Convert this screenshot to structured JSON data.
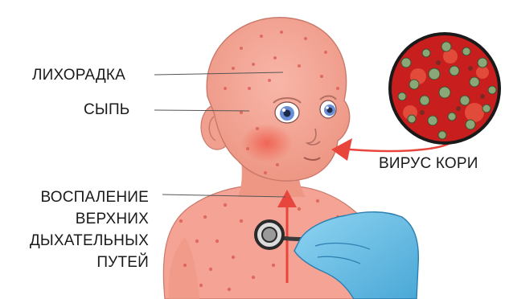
{
  "labels": {
    "fever": "ЛИХОРАДКА",
    "rash": "СЫПЬ",
    "upper_respiratory": [
      "ВОСПАЛЕНИЕ",
      "ВЕРХНИХ",
      "ДЫХАТЕЛЬНЫХ",
      "ПУТЕЙ"
    ],
    "measles_virus": "ВИРУС КОРИ"
  },
  "colors": {
    "skin": "#f4a394",
    "skin_dark": "#e98a7a",
    "rash_spot": "#d9584f",
    "arrow": "#e8453c",
    "glove": "#6fc3e8",
    "virus_bg": "#c81e1e",
    "virus_particle": "#8aa877",
    "eye": "#6b8fd6"
  }
}
